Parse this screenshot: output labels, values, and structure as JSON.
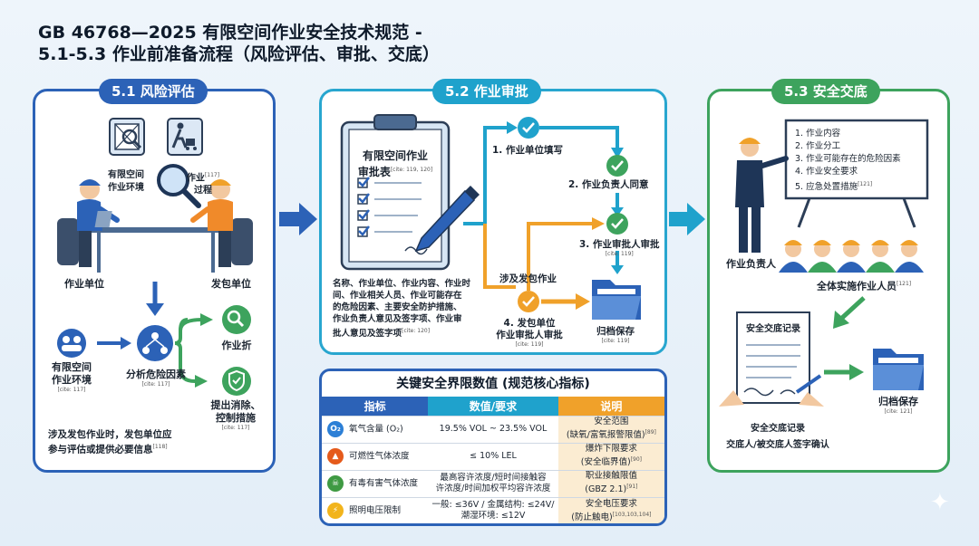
{
  "title": {
    "line1": "GB 46768—2025 有限空间作业安全技术规范 -",
    "line2": "5.1-5.3 作业前准备流程（风险评估、审批、交底）"
  },
  "panel1": {
    "header": "5.1 风险评估",
    "env_label_l1": "有限空间",
    "env_label_l2": "作业环境",
    "process_label_l1": "作业",
    "process_label_l2": "过程",
    "process_cite": "[117]",
    "unit_left": "作业单位",
    "unit_right": "发包单位",
    "env2_l1": "有限空间",
    "env2_l2": "作业环境",
    "env2_cite": "[cite: 117]",
    "analyze": "分析危险因素",
    "analyze_cite": "[cite: 117]",
    "out1": "作业折",
    "out2_l1": "提出消除、",
    "out2_l2": "控制措施",
    "out2_cite": "[cite: 117]",
    "note_l1": "涉及发包作业时，发包单位应",
    "note_l2": "参与评估或提供必要信息",
    "note_cite": "[118]"
  },
  "panel2": {
    "header": "5.2 作业审批",
    "form_title_l1": "有限空间作业",
    "form_title_l2": "审批表",
    "form_cite": "[cite: 119, 120]",
    "step1": "1. 作业单位填写",
    "step2": "2. 作业负责人同意",
    "step3": "3. 作业审批人审批",
    "step3_cite": "[cite: 119]",
    "outsource": "涉及发包作业",
    "step4_l1": "4. 发包单位",
    "step4_l2": "作业审批人审批",
    "step4_cite": "[cite: 119]",
    "archive": "归档保存",
    "archive_cite": "[cite: 119]",
    "content_lines": [
      "名称、作业单位、作业内容、作业时",
      "间、作业相关人员、作业可能存在",
      "的危险因素、主要安全防护措施、",
      "作业负责人意见及签字项、作业审",
      "批人意见及签字项"
    ],
    "content_cite": "[cite: 120]"
  },
  "panel3": {
    "header": "5.3 安全交底",
    "board_items": [
      "1. 作业内容",
      "2. 作业分工",
      "3. 作业可能存在的危险因素",
      "4. 作业安全要求",
      "5. 应急处置措施"
    ],
    "board_cite": "[121]",
    "leader": "作业负责人",
    "workers": "全体实施作业人员",
    "workers_cite": "[121]",
    "record_doc": "安全交底记录",
    "record_label": "安全交底记录",
    "sign_label": "交底人/被交底人签字确认",
    "archive": "归档保存",
    "archive_cite": "[cite: 121]"
  },
  "table": {
    "title": "关键安全界限数值 (规范核心指标)",
    "headers": [
      "指标",
      "数值/要求",
      "说明"
    ],
    "header_colors": [
      "#2c62b7",
      "#1fa2cc",
      "#f0a12a"
    ],
    "rows": [
      {
        "icon": "oxygen-icon",
        "icon_char": "O₂",
        "color": "#2c7fd6",
        "name": "氧气含量 (O₂)",
        "value_l1": "19.5% VOL ~ 23.5% VOL",
        "value_l2": "",
        "note_l1": "安全范围",
        "note_l2": "(缺氧/富氧报警限值)",
        "cite": "[89]"
      },
      {
        "icon": "flame-icon",
        "icon_char": "▲",
        "color": "#e55a1b",
        "name": "可燃性气体浓度",
        "value_l1": "≤ 10% LEL",
        "value_l2": "",
        "note_l1": "爆炸下限要求",
        "note_l2": "(安全临界值)",
        "cite": "[90]"
      },
      {
        "icon": "toxic-icon",
        "icon_char": "☠",
        "color": "#3f9a43",
        "name": "有毒有害气体浓度",
        "value_l1": "最高容许浓度/短时间接触容",
        "value_l2": "许浓度/时间加权平均容许浓度",
        "note_l1": "职业接触限值",
        "note_l2": "(GBZ 2.1)",
        "cite": "[91]"
      },
      {
        "icon": "lightning-icon",
        "icon_char": "⚡",
        "color": "#f2b41c",
        "name": "照明电压限制",
        "value_l1": "一般: ≤36V / 金属结构: ≤24V/",
        "value_l2": "潮湿环境: ≤12V",
        "note_l1": "安全电压要求",
        "note_l2": "(防止触电)",
        "cite": "[103,103,104]"
      }
    ]
  },
  "colors": {
    "blue": "#2c62b7",
    "cyan": "#1fa2cc",
    "green": "#3da35d",
    "orange": "#f0a12a"
  }
}
